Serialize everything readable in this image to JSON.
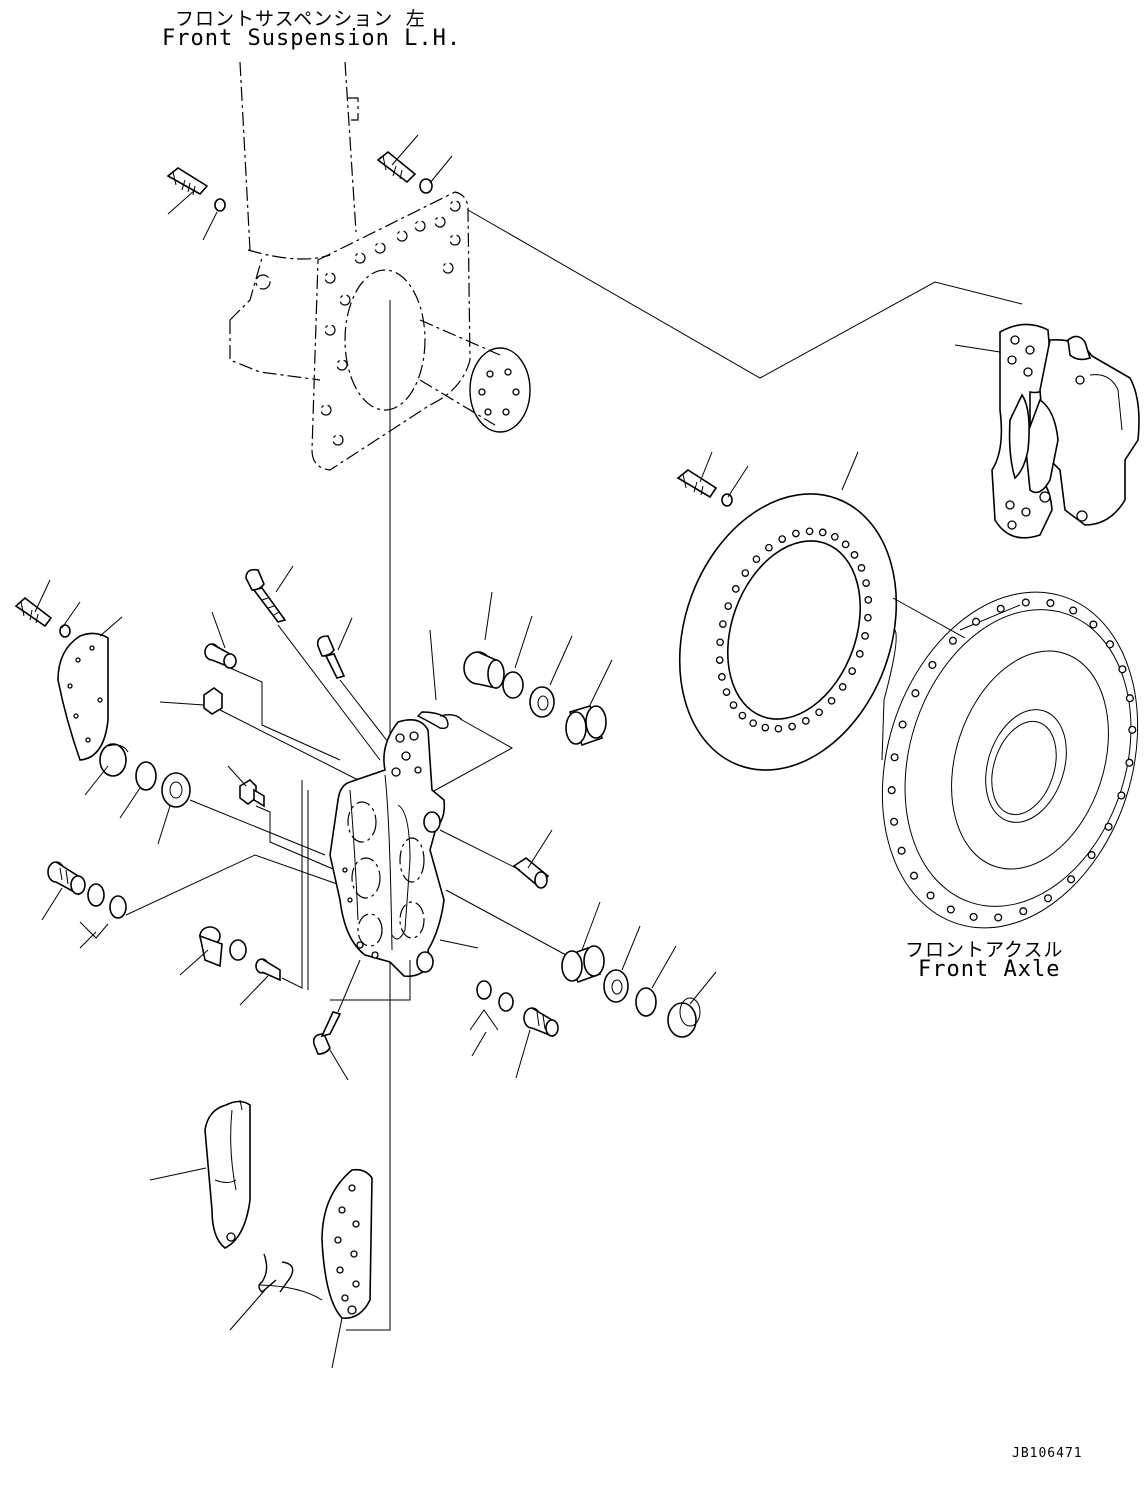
{
  "labels": {
    "suspension_jp": "フロントサスペンション 左",
    "suspension_en": "Front Suspension L.H.",
    "axle_jp": "フロントアクスル",
    "axle_en": "Front Axle"
  },
  "drawing_code": "JB106471",
  "icons": {
    "diagram": "exploded-parts-drawing"
  }
}
